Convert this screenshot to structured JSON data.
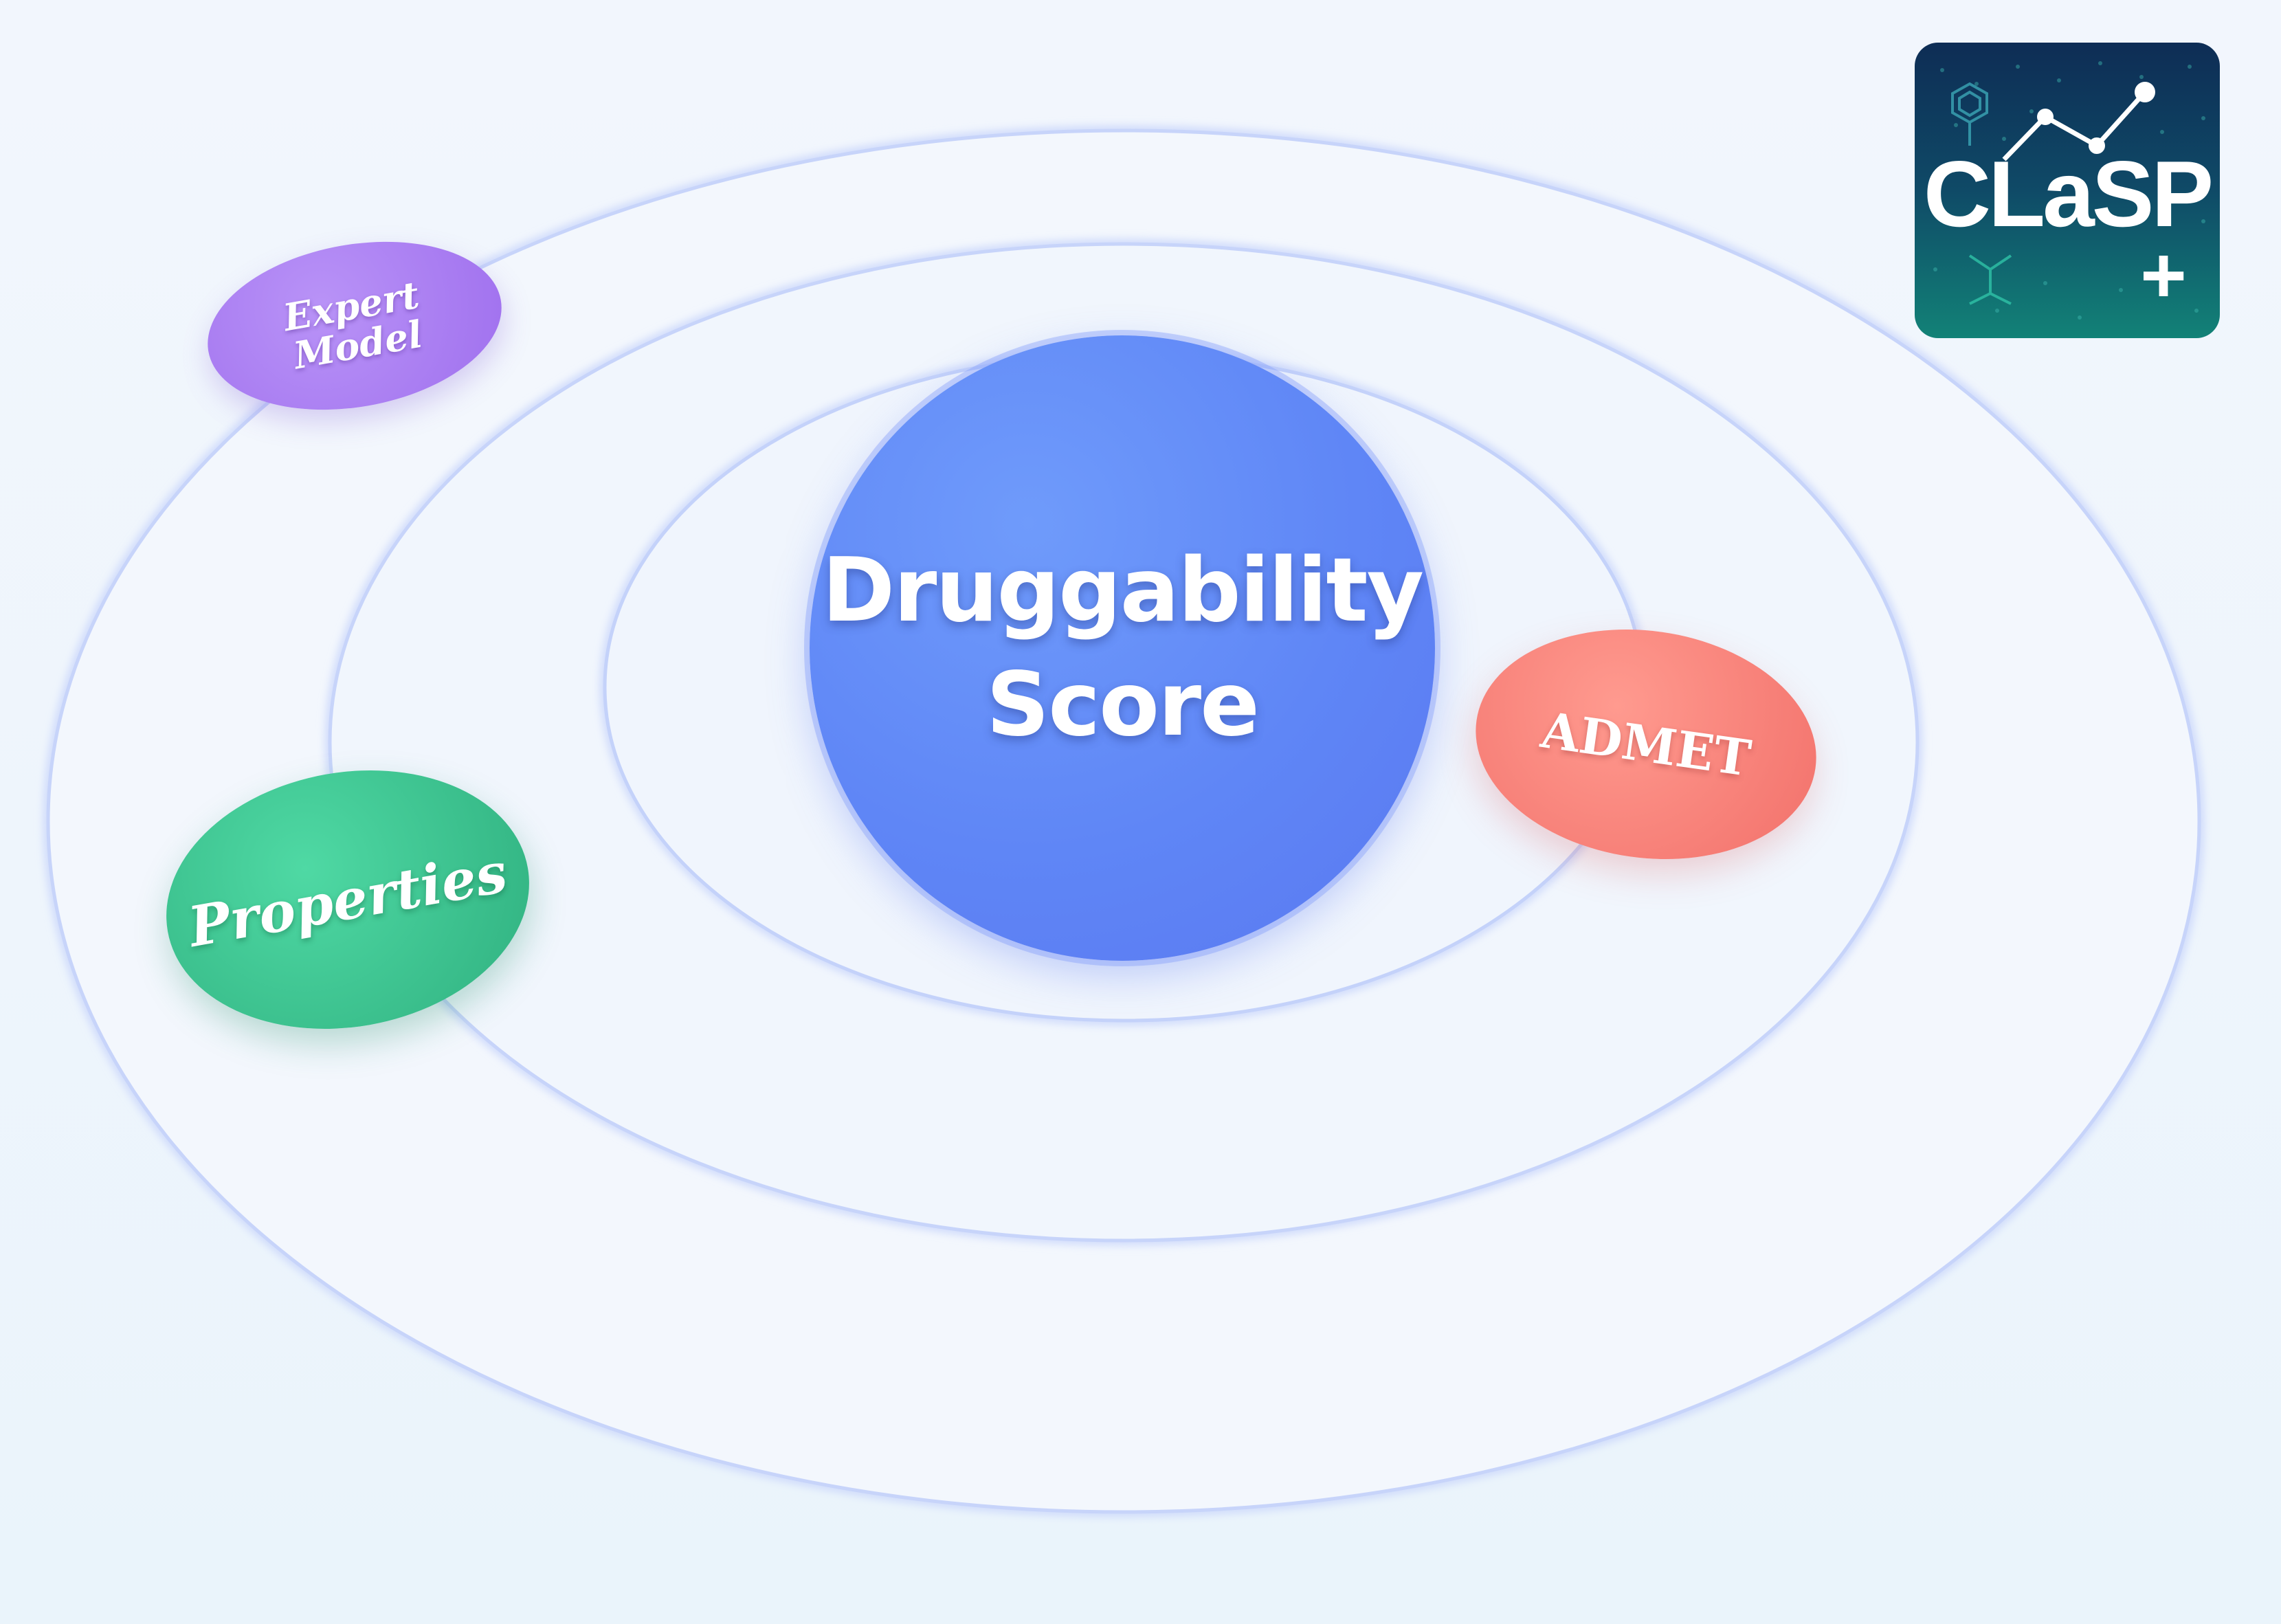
{
  "diagram": {
    "center": {
      "line1": "Druggability",
      "line2": "Score"
    },
    "nodes": {
      "expert_model": {
        "line1": "Expert",
        "line2": "Model"
      },
      "properties": {
        "label": "Properties"
      },
      "admet": {
        "label": "ADMET"
      }
    }
  },
  "logo": {
    "text": "CLaSP",
    "plus": "+"
  },
  "colors": {
    "center": "#6089f5",
    "expert_model": "#a77df0",
    "properties": "#3cc48f",
    "admet": "#f57b72",
    "orbit": "#c9d6fb",
    "logo_top": "#0e2d55",
    "logo_bottom": "#128277"
  }
}
